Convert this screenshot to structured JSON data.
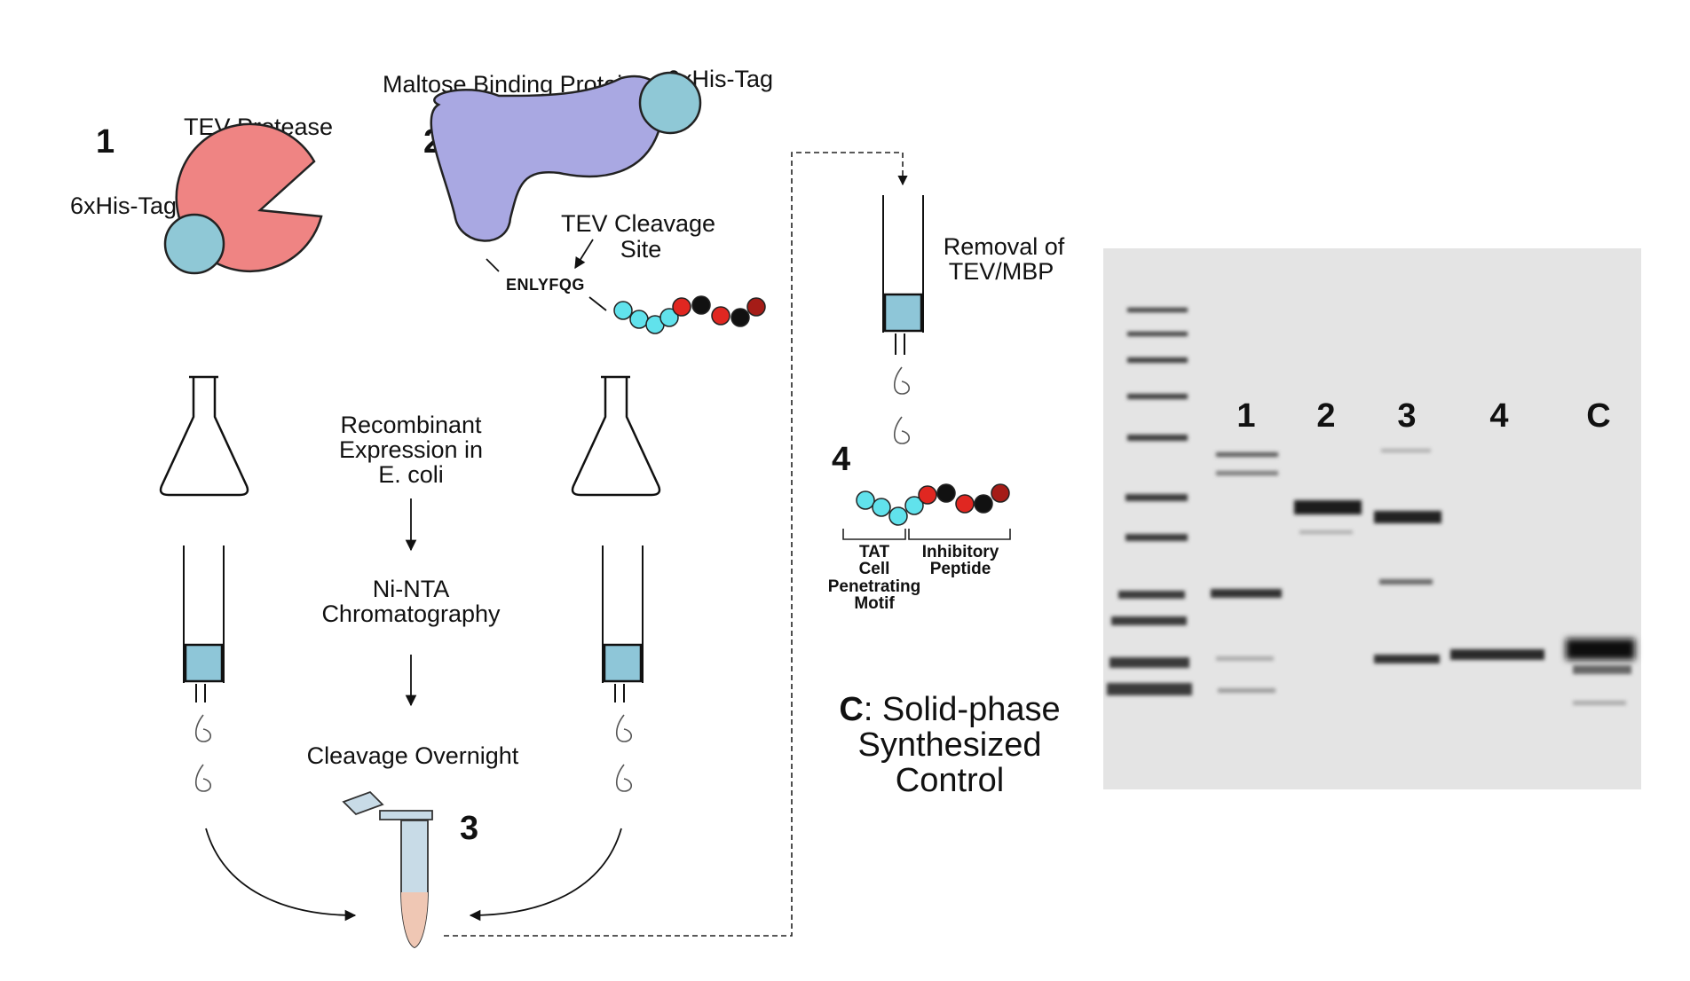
{
  "steps": {
    "step1": "1",
    "step2": "2",
    "step3": "3",
    "step4": "4"
  },
  "proteins": {
    "tev_protease": "TEV Protease",
    "his_tag_left": "6xHis-Tag",
    "mbp": "Maltose Binding Protein",
    "his_tag_right": "6xHis-Tag",
    "tev_cleavage_line1": "TEV Cleavage",
    "tev_cleavage_line2": "Site",
    "cleavage_sequence": "ENLYFQG"
  },
  "process": {
    "expression_line1": "Recombinant",
    "expression_line2": "Expression in",
    "expression_line3": "E. coli",
    "chroma_line1": "Ni-NTA",
    "chroma_line2": "Chromatography",
    "cleavage": "Cleavage Overnight",
    "removal_line1": "Removal of",
    "removal_line2": "TEV/MBP"
  },
  "peptide_parts": {
    "tat_line1": "TAT",
    "tat_line2": "Cell",
    "tat_line3": "Penetrating",
    "tat_line4": "Motif",
    "inhib_line1": "Inhibitory",
    "inhib_line2": "Peptide"
  },
  "control": {
    "letter": "C",
    "rest_line1": ": Solid-phase",
    "line2": "Synthesized",
    "line3": "Control"
  },
  "gel": {
    "lanes": [
      "1",
      "2",
      "3",
      "4",
      "C"
    ]
  },
  "colors": {
    "tev_protease": "#ef8483",
    "his_tag": "#8fc8d6",
    "mbp": "#a9a8e2",
    "tat_bead": "#61e2ec",
    "peptide_red": "#e02721",
    "peptide_black": "#111111",
    "peptide_dark_red": "#a51c17",
    "resin": "#8ec6d8",
    "tube_liquid": "#efc7b4",
    "tube_body": "#c8dbe7"
  }
}
